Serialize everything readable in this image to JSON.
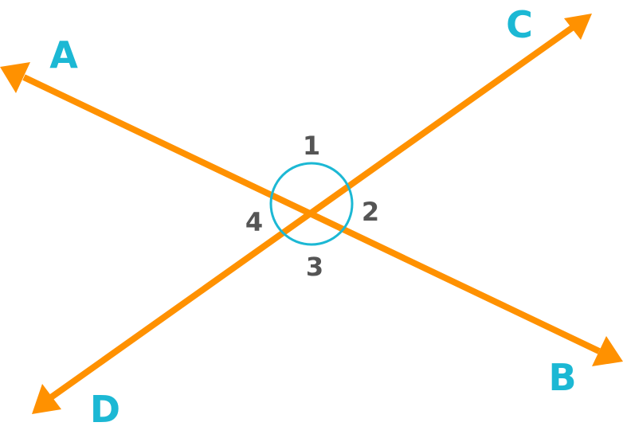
{
  "diagram": {
    "colors": {
      "line": "#FF9100",
      "arc": "#1CB8D4",
      "endpoint_label": "#1CB8D4",
      "angle_label": "#555555",
      "background": "#FFFFFF"
    },
    "lines": [
      {
        "from": "A",
        "to": "B"
      },
      {
        "from": "C",
        "to": "D"
      }
    ],
    "endpoint_labels": {
      "A": "A",
      "B": "B",
      "C": "C",
      "D": "D"
    },
    "angle_labels": {
      "a1": "1",
      "a2": "2",
      "a3": "3",
      "a4": "4"
    }
  }
}
